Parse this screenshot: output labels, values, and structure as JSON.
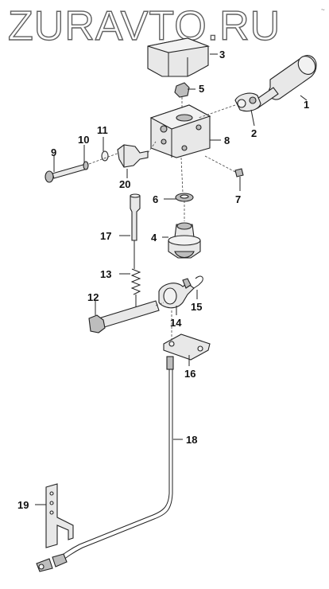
{
  "watermark": "ZURAVTO.RU",
  "corner_mark": "~",
  "callouts": {
    "c1": "1",
    "c2": "2",
    "c3": "3",
    "c4": "4",
    "c5": "5",
    "c6": "6",
    "c7": "7",
    "c8": "8",
    "c9": "9",
    "c10": "10",
    "c11": "11",
    "c12": "12",
    "c13": "13",
    "c14": "14",
    "c15": "15",
    "c16": "16",
    "c17": "17",
    "c18": "18",
    "c19": "19",
    "c20": "20"
  }
}
